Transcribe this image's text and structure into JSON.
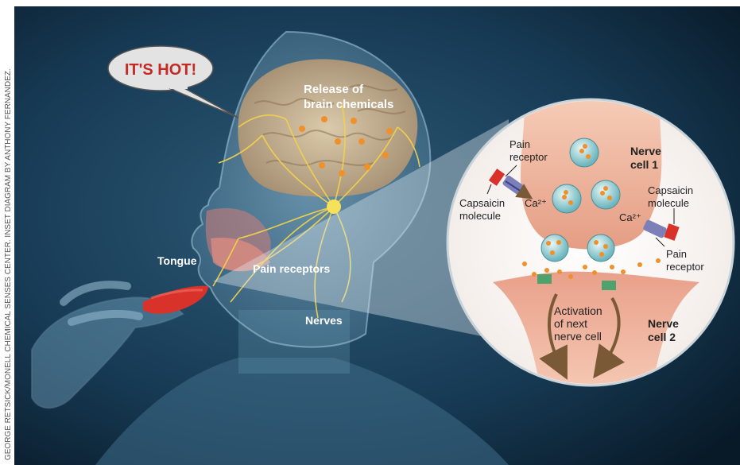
{
  "speech_bubble": "IT'S HOT!",
  "credit": "GEORGE RETSICK/MONELL CHEMICAL SENSES CENTER. INSET DIAGRAM BY ANTHONY FERNANDEZ.",
  "labels": {
    "release_line1": "Release of",
    "release_line2": "brain chemicals",
    "tongue": "Tongue",
    "pain_receptors": "Pain receptors",
    "nerves": "Nerves"
  },
  "inset": {
    "pain_receptor_left_line1": "Pain",
    "pain_receptor_left_line2": "receptor",
    "nerve_cell_1_line1": "Nerve",
    "nerve_cell_1_line2": "cell 1",
    "capsaicin_left_line1": "Capsaicin",
    "capsaicin_left_line2": "molecule",
    "ca_left": "Ca²⁺",
    "capsaicin_right_line1": "Capsaicin",
    "capsaicin_right_line2": "molecule",
    "ca_right": "Ca²⁺",
    "pain_receptor_right_line1": "Pain",
    "pain_receptor_right_line2": "receptor",
    "activation_line1": "Activation",
    "activation_line2": "of next",
    "activation_line3": "nerve cell",
    "nerve_cell_2_line1": "Nerve",
    "nerve_cell_2_line2": "cell 2"
  },
  "colors": {
    "background_dark": "#0c2234",
    "nerve_yellow": "#f3d24a",
    "brain": "#c9b08f",
    "chili_red": "#d8322a",
    "neuron_pink": "#f0b9a3",
    "vesicle_teal": "#7cc4c9",
    "dot_orange": "#f0902a"
  }
}
